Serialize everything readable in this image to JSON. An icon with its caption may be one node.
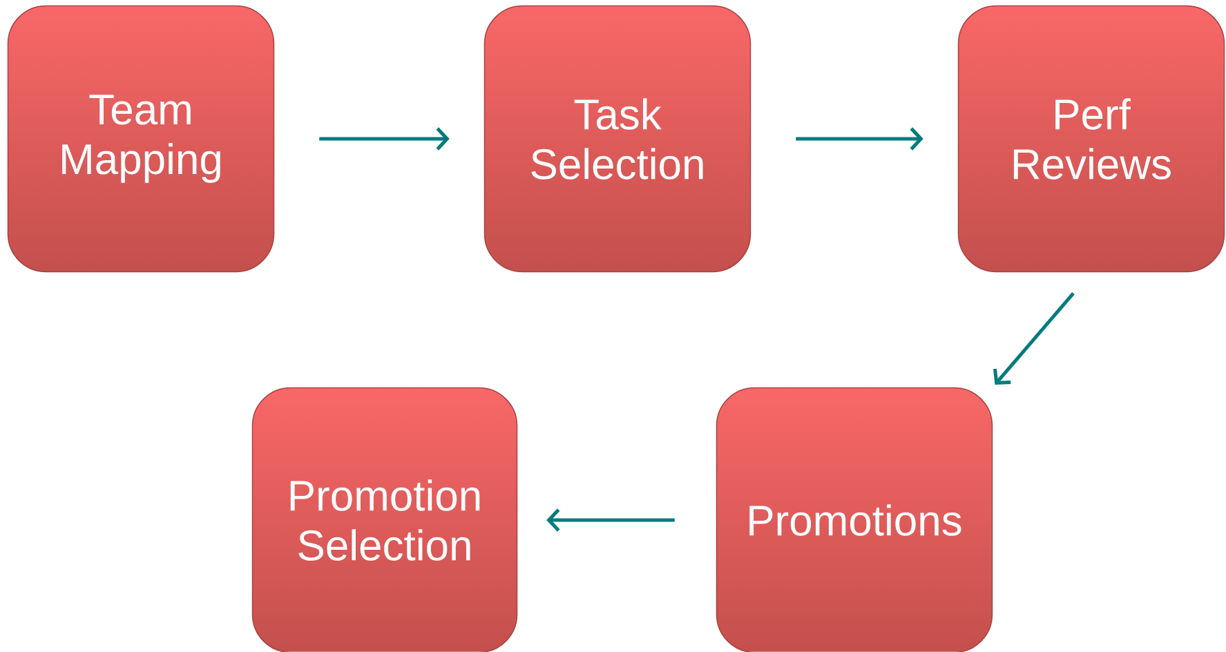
{
  "diagram": {
    "nodes": [
      {
        "text": [
          "Team Mapping"
        ]
      },
      {
        "text": [
          "Task Selection"
        ]
      },
      {
        "text": [
          "Perf Reviews"
        ]
      },
      {
        "text": [
          "Promotions"
        ]
      },
      {
        "text": [
          "Promotion Selection"
        ]
      }
    ],
    "edges": [
      {
        "from": 0,
        "to": 1,
        "arrow": "to"
      },
      {
        "from": 1,
        "to": 2,
        "arrow": "to"
      },
      {
        "from": 2,
        "to": 3,
        "arrow": "to"
      },
      {
        "from": 3,
        "to": 4,
        "arrow": "to"
      }
    ]
  }
}
